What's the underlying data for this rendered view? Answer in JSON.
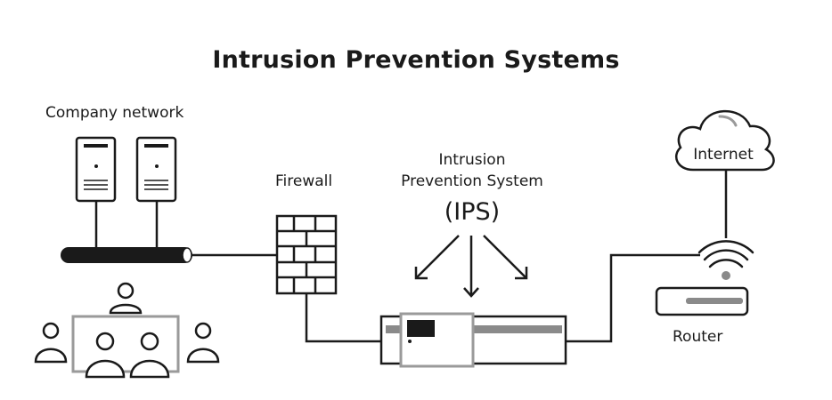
{
  "title": "Intrusion Prevention Systems",
  "labels": {
    "company_network": "Company network",
    "firewall": "Firewall",
    "ips_line1": "Intrusion",
    "ips_line2": "Prevention System",
    "ips_abbr": "(IPS)",
    "internet": "Internet",
    "router": "Router"
  },
  "colors": {
    "stroke": "#1a1a1a",
    "light_gray": "#9a9a9a",
    "mid_gray": "#8a8a8a",
    "background": "#ffffff"
  }
}
